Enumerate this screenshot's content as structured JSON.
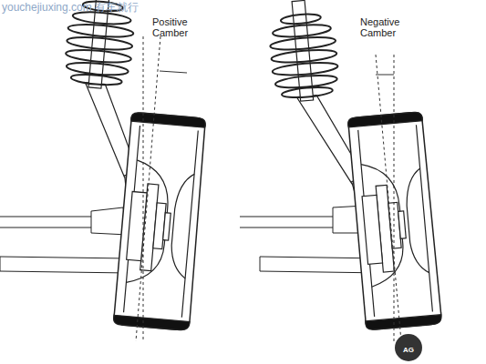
{
  "diagram": {
    "labels": [
      "youchejiuxing.com 有车就行",
      "Positive Camber",
      "Negative Camber",
      "AG"
    ]
  }
}
